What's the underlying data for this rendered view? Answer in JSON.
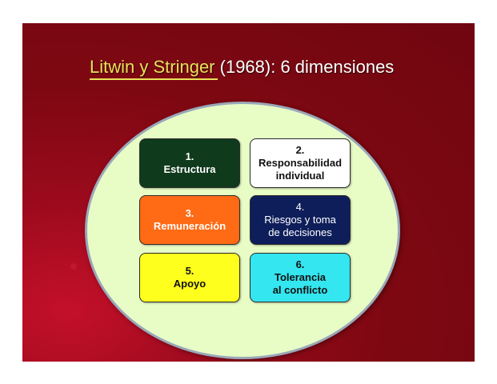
{
  "title": {
    "part1": "Litwin y Stringer",
    "part2": " (1968): 6 dimensiones"
  },
  "boxes": [
    {
      "num": "1.",
      "lines": [
        "Estructura"
      ],
      "color": "#0f3a1c"
    },
    {
      "num": "2.",
      "lines": [
        "Responsabilidad",
        "individual"
      ],
      "color": "#ffffff"
    },
    {
      "num": "3.",
      "lines": [
        "Remuneración"
      ],
      "color": "#ff6a14"
    },
    {
      "num": "4.",
      "lines": [
        "Riesgos y toma",
        "de decisiones"
      ],
      "color": "#0e1e5a"
    },
    {
      "num": "5.",
      "lines": [
        "Apoyo"
      ],
      "color": "#ffff1e"
    },
    {
      "num": "6.",
      "lines": [
        "Tolerancia",
        "al conflicto"
      ],
      "color": "#33e6f0"
    }
  ],
  "colors": {
    "background": "#7e0812",
    "ellipse": "#e8fcc6",
    "title_highlight": "#e8e25a"
  }
}
